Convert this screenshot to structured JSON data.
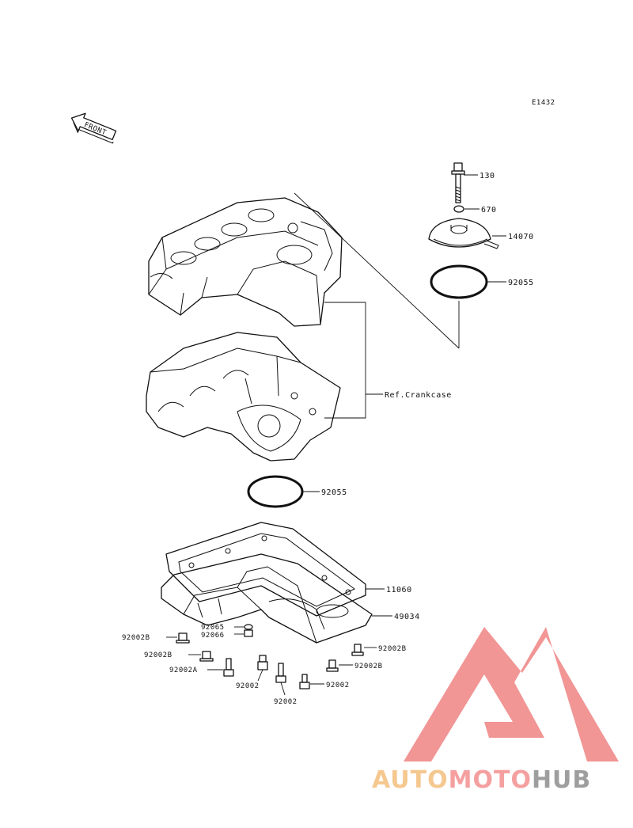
{
  "diagram_code": "E1432",
  "front_label": "FRONT",
  "labels": {
    "p130": "130",
    "p670": "670",
    "p14070": "14070",
    "p92055_top": "92055",
    "ref_crankcase": "Ref.Crankcase",
    "p92055_mid": "92055",
    "p11060": "11060",
    "p49034": "49034",
    "p92065": "92065",
    "p92066": "92066",
    "p92002B_1": "92002B",
    "p92002B_2": "92002B",
    "p92002A": "92002A",
    "p92002_1": "92002",
    "p92002_2": "92002",
    "p92002_3": "92002",
    "p92002B_3": "92002B",
    "p92002B_4": "92002B"
  },
  "watermark": {
    "part1": "AUTO",
    "part2": "MOTO",
    "part3": "HUB",
    "color1": "#f5c890",
    "color2": "#f5a0a0",
    "color3": "#9e9e9e",
    "logo_color": "#f08a8a"
  }
}
